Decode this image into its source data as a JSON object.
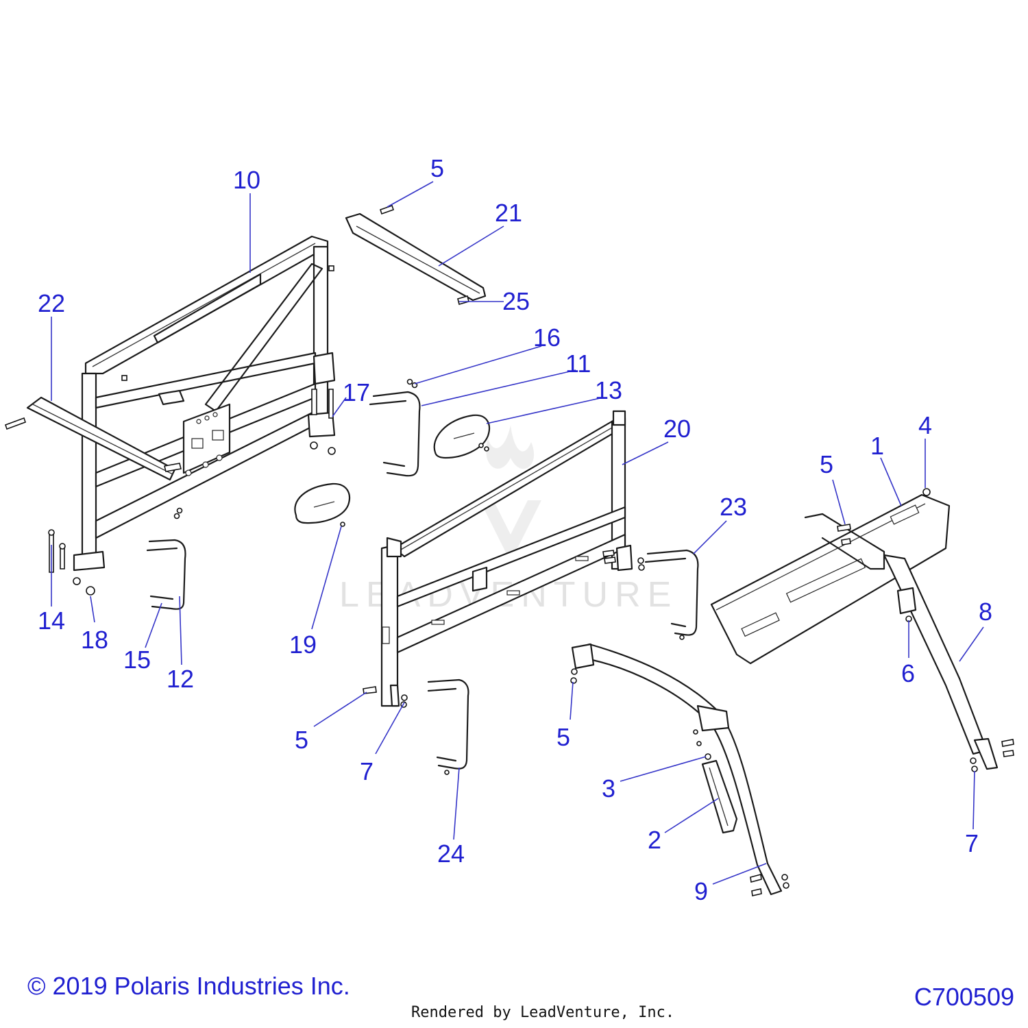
{
  "watermark": {
    "text": "LEADVENTURE"
  },
  "callouts": [
    {
      "id": "c10",
      "number": "10"
    },
    {
      "id": "c5a",
      "number": "5"
    },
    {
      "id": "c21",
      "number": "21"
    },
    {
      "id": "c25",
      "number": "25"
    },
    {
      "id": "c22",
      "number": "22"
    },
    {
      "id": "c16",
      "number": "16"
    },
    {
      "id": "c11",
      "number": "11"
    },
    {
      "id": "c17",
      "number": "17"
    },
    {
      "id": "c13",
      "number": "13"
    },
    {
      "id": "c20",
      "number": "20"
    },
    {
      "id": "c4",
      "number": "4"
    },
    {
      "id": "c1",
      "number": "1"
    },
    {
      "id": "c5b",
      "number": "5"
    },
    {
      "id": "c23",
      "number": "23"
    },
    {
      "id": "c14",
      "number": "14"
    },
    {
      "id": "c18",
      "number": "18"
    },
    {
      "id": "c15",
      "number": "15"
    },
    {
      "id": "c12",
      "number": "12"
    },
    {
      "id": "c19",
      "number": "19"
    },
    {
      "id": "c8",
      "number": "8"
    },
    {
      "id": "c6",
      "number": "6"
    },
    {
      "id": "c5c",
      "number": "5"
    },
    {
      "id": "c7a",
      "number": "7"
    },
    {
      "id": "c5d",
      "number": "5"
    },
    {
      "id": "c3",
      "number": "3"
    },
    {
      "id": "c2",
      "number": "2"
    },
    {
      "id": "c24",
      "number": "24"
    },
    {
      "id": "c9",
      "number": "9"
    },
    {
      "id": "c7b",
      "number": "7"
    }
  ],
  "footer": {
    "copyright": "© 2019 Polaris Industries Inc.",
    "diagram_id": "C700509",
    "render_credit": "Rendered by LeadVenture, Inc."
  }
}
